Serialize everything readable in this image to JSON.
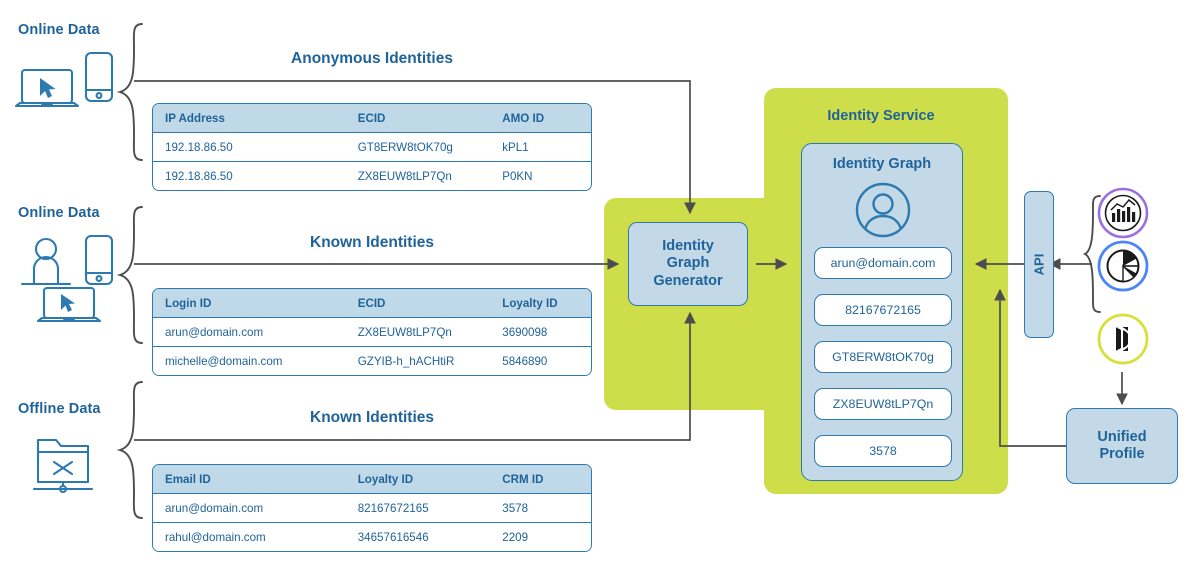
{
  "sources": [
    {
      "label": "Online Data",
      "icons": [
        "laptop-cursor-icon",
        "mobile-phone-icon"
      ]
    },
    {
      "label": "Online Data",
      "icons": [
        "person-icon",
        "mobile-phone-icon",
        "laptop-cursor-icon"
      ]
    },
    {
      "label": "Offline Data",
      "icons": [
        "folder-offline-icon"
      ]
    }
  ],
  "sections": [
    {
      "title": "Anonymous Identities",
      "columns": [
        "IP Address",
        "ECID",
        "AMO ID"
      ],
      "rows": [
        [
          "192.18.86.50",
          "GT8ERW8tOK70g",
          "kPL1"
        ],
        [
          "192.18.86.50",
          "ZX8EUW8tLP7Qn",
          "P0KN"
        ]
      ]
    },
    {
      "title": "Known Identities",
      "columns": [
        "Login ID",
        "ECID",
        "Loyalty ID"
      ],
      "rows": [
        [
          "arun@domain.com",
          "ZX8EUW8tLP7Qn",
          "3690098"
        ],
        [
          "michelle@domain.com",
          "GZYIB-h_hACHtiR",
          "5846890"
        ]
      ]
    },
    {
      "title": "Known Identities",
      "columns": [
        "Email ID",
        "Loyalty ID",
        "CRM ID"
      ],
      "rows": [
        [
          "arun@domain.com",
          "82167672165",
          "3578"
        ],
        [
          "rahul@domain.com",
          "34657616546",
          "2209"
        ]
      ]
    }
  ],
  "generator": {
    "label": "Identity\nGraph\nGenerator",
    "line1": "Identity",
    "line2": "Graph",
    "line3": "Generator"
  },
  "identity_service": {
    "title": "Identity Service",
    "graph_title": "Identity Graph",
    "avatar_icon": "user-avatar-icon",
    "identities": [
      "arun@domain.com",
      "82167672165",
      "GT8ERW8tOK70g",
      "ZX8EUW8tLP7Qn",
      "3578"
    ]
  },
  "api": {
    "label": "API"
  },
  "apps": [
    {
      "name": "analytics-bar-chart-icon",
      "ring": "#9b6fe0"
    },
    {
      "name": "pie-chart-icon",
      "ring": "#4a86f7"
    },
    {
      "name": "adobe-target-icon",
      "ring": "#d8e038"
    }
  ],
  "unified_profile": {
    "line1": "Unified",
    "line2": "Profile"
  },
  "colors": {
    "brand_blue": "#1f6399",
    "border_blue": "#2d7ab0",
    "fill_blue": "#c3d9e8",
    "header_blue": "#c0d9e9",
    "service_green": "#cedd4a",
    "connector_gray": "#4d4d4d"
  }
}
